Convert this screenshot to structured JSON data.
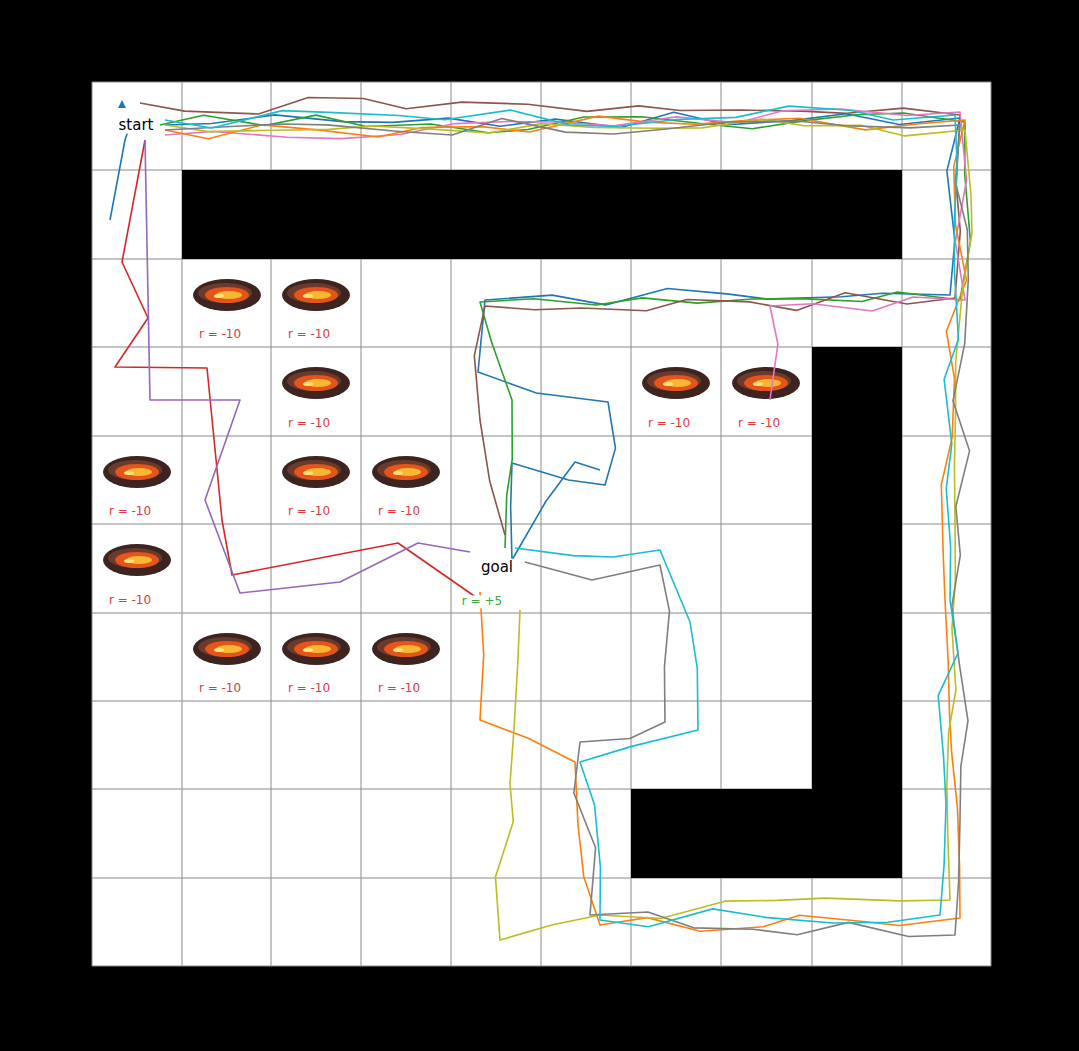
{
  "diagram": {
    "labels": [
      "start",
      "r = -10",
      "r = -10",
      "r = -10",
      "r = -10",
      "r = -10",
      "r = -10",
      "r = -10",
      "r = -10",
      "r = -10",
      "goal",
      "r = +5",
      "r = -10",
      "r = -10",
      "r = -10"
    ]
  }
}
